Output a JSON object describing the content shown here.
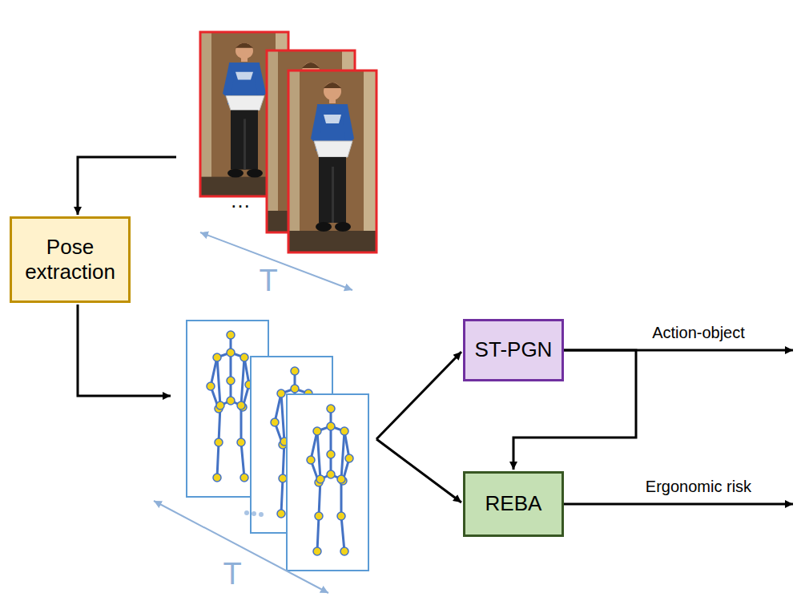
{
  "diagram": {
    "nodes": [
      {
        "text": [
          "Pose extraction"
        ]
      },
      {
        "text": [
          "ST-PGN"
        ]
      },
      {
        "text": [
          "REBA"
        ]
      }
    ],
    "edges": [
      {
        "from": 1,
        "to": 2,
        "arrow": "to"
      }
    ],
    "labels": [
      "…",
      "T",
      "Action-object",
      "Ergonomic risk",
      "T"
    ]
  }
}
